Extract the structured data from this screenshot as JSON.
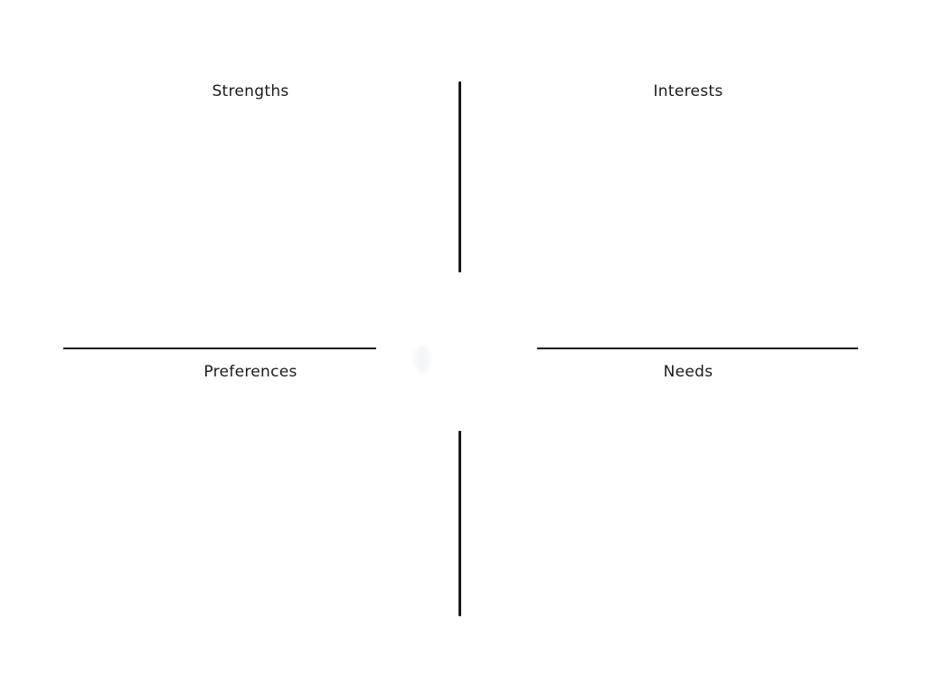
{
  "quadrants": {
    "top_left": {
      "label": "Strengths"
    },
    "top_right": {
      "label": "Interests"
    },
    "bottom_left": {
      "label": "Preferences"
    },
    "bottom_right": {
      "label": "Needs"
    }
  },
  "colors": {
    "line": "#1a1a1a",
    "text": "#1a1a1a",
    "background": "#ffffff"
  }
}
